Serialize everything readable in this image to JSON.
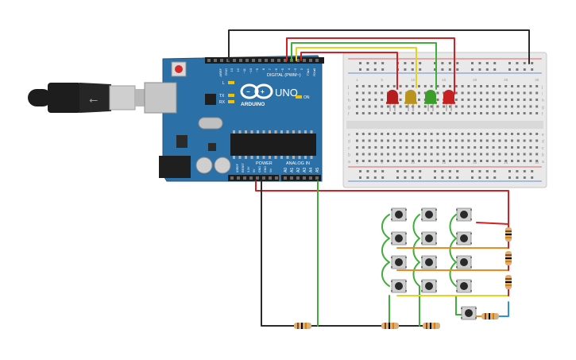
{
  "board": {
    "logo": "ARDUINO",
    "model": "UNO",
    "digital_header": "DIGITAL (PWM~)",
    "power_label": "POWER",
    "analog_label": "ANALOG IN",
    "on_label": "ON",
    "tx_label": "TX",
    "rx_label": "RX",
    "l_label": "L",
    "aref_label": "AREF",
    "gnd_label": "GND",
    "digital_pins": [
      "13",
      "12",
      "~11",
      "~10",
      "~9",
      "8",
      "7",
      "~6",
      "~5",
      "4",
      "~3",
      "2",
      "TX▸1",
      "RX◂0"
    ],
    "power_pins": [
      "IOREF",
      "RESET",
      "3.3V",
      "5V",
      "GND",
      "GND",
      "Vin"
    ],
    "analog_pins": [
      "A0",
      "A1",
      "A2",
      "A3",
      "A4",
      "A5"
    ]
  },
  "breadboard": {
    "row_letters_top": [
      "j",
      "i",
      "h",
      "g",
      "f"
    ],
    "row_letters_bottom": [
      "e",
      "d",
      "c",
      "b",
      "a"
    ],
    "column_numbers": [
      "1",
      "5",
      "10",
      "15",
      "20",
      "25",
      "30"
    ]
  },
  "leds": [
    {
      "color": "#b51e1e"
    },
    {
      "color": "#b8941f"
    },
    {
      "color": "#3e9c2a"
    },
    {
      "color": "#c52121"
    }
  ],
  "wire_colors": {
    "black": "#2b2b2b",
    "red": "#d42020",
    "yellow": "#e6d21f",
    "green": "#3fae3a",
    "orange": "#ef8a1c",
    "blue": "#2f8fe0"
  },
  "keypad": {
    "rows": 4,
    "columns": 3,
    "extra_button": 1
  }
}
